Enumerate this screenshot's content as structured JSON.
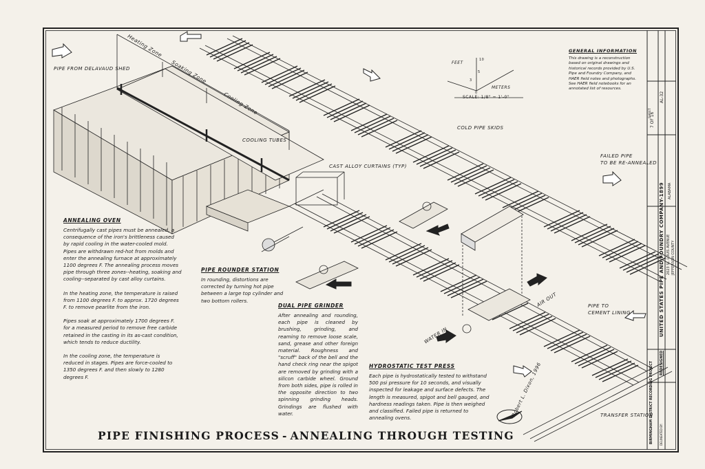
{
  "title": {
    "part1": "PIPE FINISHING PROCESS",
    "separator": "-",
    "part2": "ANNEALING THROUGH TESTING"
  },
  "labels": {
    "heating_zone": "Heating Zone",
    "soaking_zone": "Soaking Zone",
    "cooling_zone": "Cooling Zone",
    "pipe_from_shed": "PIPE FROM DeLAVAUD SHED",
    "cooling_tubes": "COOLING TUBES",
    "cast_alloy_curtains": "CAST ALLOY CURTAINS (TYP)",
    "cold_pipe_skids": "COLD PIPE SKIDS",
    "failed_pipe": [
      "FAILED PIPE",
      "TO BE RE-ANNEALED"
    ],
    "pipe_to_cement": [
      "PIPE TO",
      "CEMENT LINING"
    ],
    "air_out": "AIR OUT",
    "water_in": "WATER IN",
    "transfer_station": "TRANSFER STATION",
    "signature": "Robert L. Dixon, 1996"
  },
  "scale": {
    "feet": "FEET",
    "meters": "METERS",
    "scale_text": "SCALE: 1/8\" = 1'-0\"",
    "marks": [
      "0",
      "3",
      "5",
      "10"
    ]
  },
  "general_information": {
    "heading": "GENERAL INFORMATION",
    "text": "This drawing is a reconstruction based on original drawings and historical records provided by U.S. Pipe and Foundry Company, and HAER field notes and photographs. See HAER field notebooks for an annotated list of resources."
  },
  "annealing_oven": {
    "heading": "ANNEALING OVEN",
    "paragraphs": [
      "Centrifugally cast pipes must be annealed, a consequence of the iron's brittleness caused by rapid cooling in the water-cooled mold. Pipes are withdrawn red-hot from molds and enter the annealing furnace at approximately 1100 degrees F. The annealing process moves pipe through three zones--heating, soaking and cooling--separated by cast alloy curtains.",
      "In the heating zone, the temperature is raised from 1100 degrees F. to approx. 1720 degrees F. to remove pearlite from the iron.",
      "Pipes soak at approximately 1700 degrees F. for a measured period to remove free carbide retained in the casting in its as-cast condition, which tends to reduce ductility.",
      "In the cooling zone, the temperature is reduced in stages. Pipes are force-cooled to 1350 degrees F. and then slowly to 1280 degrees F."
    ]
  },
  "pipe_rounder": {
    "heading": "PIPE ROUNDER STATION",
    "text": "In rounding, distortions are corrected by turning hot pipe between a large top cylinder and two bottom rollers."
  },
  "dual_pipe_grinder": {
    "heading": "DUAL PIPE GRINDER",
    "text": "After annealing and rounding, each pipe is cleaned by brushing, grinding, and reaming to remove loose scale, sand, grease and other foreign material. Roughness and \"scruff\" back of the bell and the hand check ring near the spigot are removed by grinding with a silicon carbide wheel. Ground from both sides, pipe is rolled in the opposite direction to two spinning grinding heads. Grindings are flushed with water."
  },
  "hydrostatic_test_press": {
    "heading": "HYDROSTATIC TEST PRESS",
    "text": "Each pipe is hydrostatically tested to withstand 500 psi pressure for 10 seconds, and visually inspected for leakage and surface defects. The length is measured, spigot and bell gauged, and hardness readings taken. Pipe is then weighed and classified. Failed pipe is returned to annealing ovens."
  },
  "title_block": {
    "project": "UNITED STATES PIPE AND FOUNDRY COMPANY-1899",
    "address": "2023 St. LOUIS AVENUE",
    "county": "JEFFERSON COUNTY",
    "state": "ALABAMA",
    "sheet_label": "SHEET",
    "sheet": "7 OF 16",
    "haer_no": "AL-32",
    "program": "BIRMINGHAM DISTRICT RECORDING PROJECT",
    "delineator": "DELINEATED BY:",
    "index": "REDESIGNED"
  },
  "icons": [
    "north-arrow-icon",
    "flow-arrow-icon"
  ],
  "colors": {
    "ink": "#1b1b1b",
    "paper": "#f4f1ea"
  }
}
